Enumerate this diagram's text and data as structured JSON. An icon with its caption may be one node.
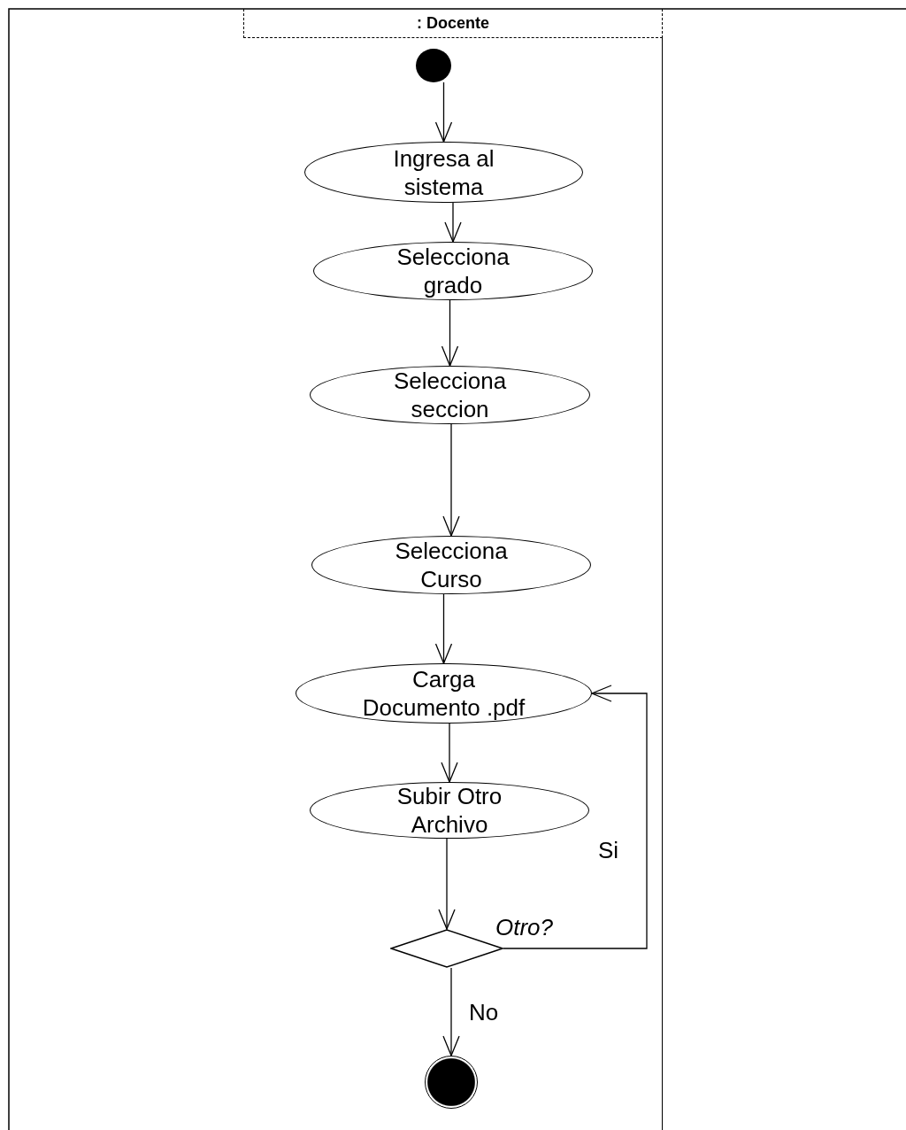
{
  "diagram": {
    "nodes": [
      {
        "text": [
          ": Docente"
        ]
      },
      {
        "text": [],
        "shape": "circle",
        "in": 0
      },
      {
        "text": [
          "Ingresa al sistema"
        ],
        "in": 0
      },
      {
        "text": [
          "Selecciona grado"
        ],
        "in": 0
      },
      {
        "text": [
          "Selecciona seccion"
        ],
        "in": 0
      },
      {
        "text": [
          "Selecciona Curso"
        ],
        "in": 0
      },
      {
        "text": [
          "Carga Documento .pdf"
        ],
        "in": 0
      },
      {
        "text": [
          "Subir Otro Archivo"
        ],
        "in": 0
      },
      {
        "text": [],
        "shape": "diamond",
        "beside": [
          "Otro?"
        ],
        "in": 0
      },
      {
        "text": [],
        "shape": "circle",
        "in": 0
      }
    ],
    "edges": [
      {
        "from": 1,
        "to": 2,
        "arrow": "to"
      },
      {
        "from": 2,
        "to": 3,
        "arrow": "to"
      },
      {
        "from": 3,
        "to": 4,
        "arrow": "to"
      },
      {
        "from": 4,
        "to": 5,
        "arrow": "to"
      },
      {
        "from": 5,
        "to": 6,
        "arrow": "to"
      },
      {
        "from": 6,
        "to": 7,
        "arrow": "to"
      },
      {
        "from": 7,
        "to": 8,
        "arrow": "to"
      },
      {
        "from": 8,
        "to": 6,
        "arrow": "to",
        "label": "Si"
      },
      {
        "from": 8,
        "to": 9,
        "arrow": "to",
        "label": "No"
      }
    ]
  }
}
